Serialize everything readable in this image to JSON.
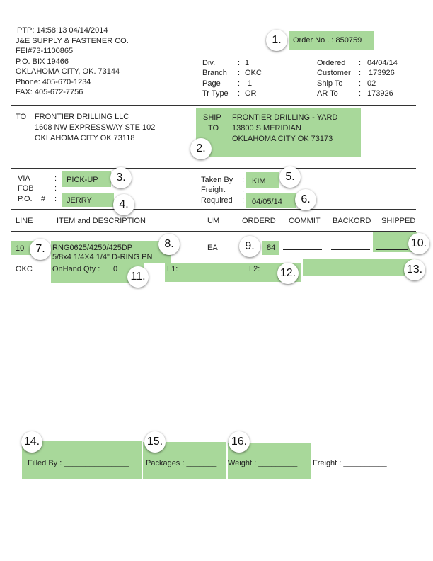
{
  "header": {
    "ptp": "PTP: 14:58:13 04/14/2014",
    "company": "J&E SUPPLY & FASTENER CO.",
    "fei": "FEI#73-1100865",
    "po_box": "P.O. BIX 19466",
    "city": "OKLAHOMA CITY, OK. 73144",
    "phone": "Phone: 405-670-1234",
    "fax": "FAX: 405-672-7756",
    "order_no": "Order No . : 850759"
  },
  "meta_left": {
    "labels": [
      "Div.",
      "Branch",
      "Page",
      "Tr Type"
    ],
    "values": [
      "1",
      "OKC",
      "1",
      "OR"
    ]
  },
  "meta_right": {
    "labels": [
      "Ordered",
      "Customer",
      "Ship To",
      "AR To"
    ],
    "values": [
      "04/04/14",
      "173926",
      "02",
      "173926"
    ]
  },
  "colon": ":",
  "to": {
    "label": "TO",
    "name": "FRONTIER DRILLING LLC",
    "address1": "1608 NW EXPRESSWAY STE 102",
    "address2": "OKLAHOMA CITY OK 73118"
  },
  "ship_to": {
    "label1": "SHIP",
    "label2": "TO",
    "name": "FRONTIER DRILLING - YARD",
    "address1": "13800 S MERIDIAN",
    "address2": "OKLAHOMA CITY OK 73173"
  },
  "info": {
    "via_label": "VIA",
    "via_value": "PICK-UP",
    "fob_label": "FOB",
    "po_label": "P.O.",
    "po_hash": "#",
    "po_value": "JERRY",
    "taken_by_label": "Taken By",
    "taken_by_value": "KIM",
    "freight_label": "Freight",
    "required_label": "Required",
    "required_value": "04/05/14"
  },
  "columns": [
    "LINE",
    "ITEM and DESCRIPTION",
    "UM",
    "ORDERD",
    "COMMIT",
    "BACKORD",
    "SHIPPED"
  ],
  "line_item": {
    "line": "10",
    "item": "RNG0625/4250/425DP",
    "description": "5/8x4 1/4X4 1/4\" D-RING PN",
    "um": "EA",
    "ordered": "84",
    "branch": "OKC",
    "onhand_label": "OnHand Qty :",
    "onhand_value": "0",
    "l1_label": "L1:",
    "l2_label": "L2:"
  },
  "footer": {
    "filled_by": "Filled By : _______________",
    "packages": "Packages : _______",
    "weight": "Weight : _________",
    "freight": "Freight : __________"
  },
  "badges": [
    "1.",
    "2.",
    "3.",
    "4.",
    "5.",
    "6.",
    "7.",
    "8.",
    "9.",
    "10.",
    "11.",
    "12.",
    "13.",
    "14.",
    "15.",
    "16."
  ],
  "colors": {
    "highlight": "#a8d89a",
    "badge_bg": "#ffffff"
  }
}
